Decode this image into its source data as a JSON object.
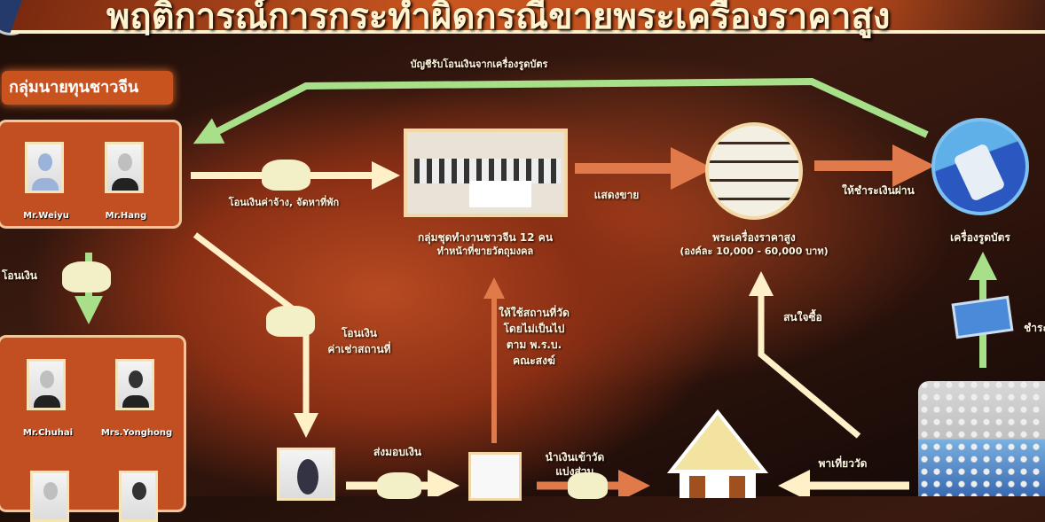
{
  "header": {
    "title": "พฤติการณ์การกระทำผิดกรณีขายพระเครื่องราคาสูง"
  },
  "colors": {
    "accent": "#c9531f",
    "flow_green": "#a8e08a",
    "flow_cream": "#fff0c8",
    "flow_orange": "#e07a4a"
  },
  "capitalists": {
    "label": "กลุ่มนายทุนชาวจีน",
    "members": [
      "Mr.Weiyu",
      "Mr.Hang"
    ]
  },
  "sub_group": {
    "members": [
      "Mr.Chuhai",
      "Mrs.Yonghong"
    ]
  },
  "workers": {
    "label": "กลุ่มชุดทำงานชาวจีน 12 คน",
    "sublabel": "ทำหน้าที่ขายวัตถุมงคล"
  },
  "amulets": {
    "label": "พระเครื่องราคาสูง",
    "sublabel": "(องค์ละ 10,000 - 60,000 บาท)"
  },
  "card_machine": {
    "label": "เครื่องรูดบัตร"
  },
  "flows": {
    "top_green": "บัญชีรับโอนเงินจากเครื่องรูดบัตร",
    "wages": "โอนเงินค่าจ้าง, จัดหาที่พัก",
    "display": "แสดงขาย",
    "pay_via": "ให้ชำระเงินผ่าน",
    "transfer": "โอนเงิน",
    "rent": [
      "โอนเงิน",
      "ค่าเช่าสถานที่"
    ],
    "temple_use": [
      "ให้ใช้สถานที่วัด",
      "โดยไม่เป็นไป",
      "ตาม พ.ร.บ.",
      "คณะสงฆ์"
    ],
    "handover": "ส่งมอบเงิน",
    "share": [
      "นำเงินเข้าวัด",
      "แบ่งส่วน"
    ],
    "interested": "สนใจซื้อ",
    "tour": "พาเที่ยววัด",
    "pay": "ชำระ"
  }
}
